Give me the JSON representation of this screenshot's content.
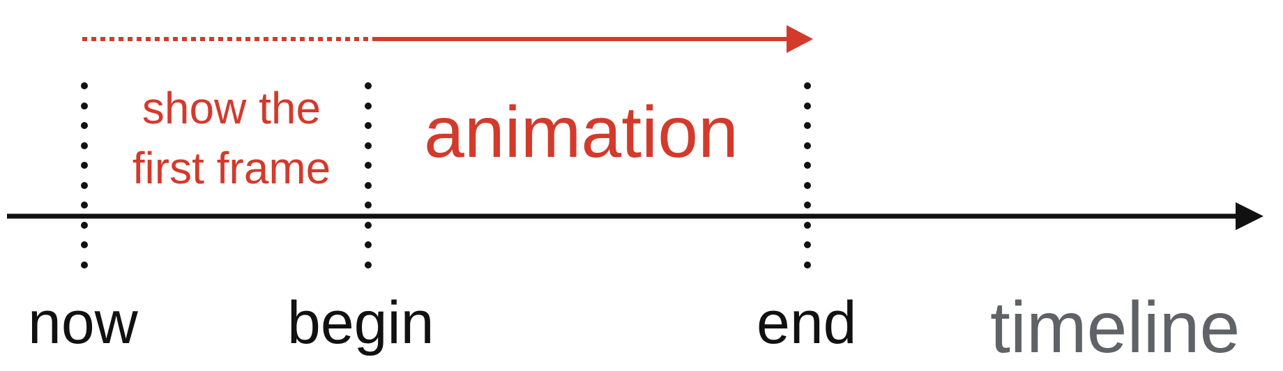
{
  "labels": {
    "now": "now",
    "begin": "begin",
    "end": "end",
    "timeline": "timeline"
  },
  "phases": {
    "first_frame_line1": "show the",
    "first_frame_line2": "first frame",
    "animation": "animation"
  },
  "colors": {
    "axis": "#111111",
    "accent": "#d33a2c",
    "timeline_label": "#5f6368",
    "markers": "#111111"
  }
}
